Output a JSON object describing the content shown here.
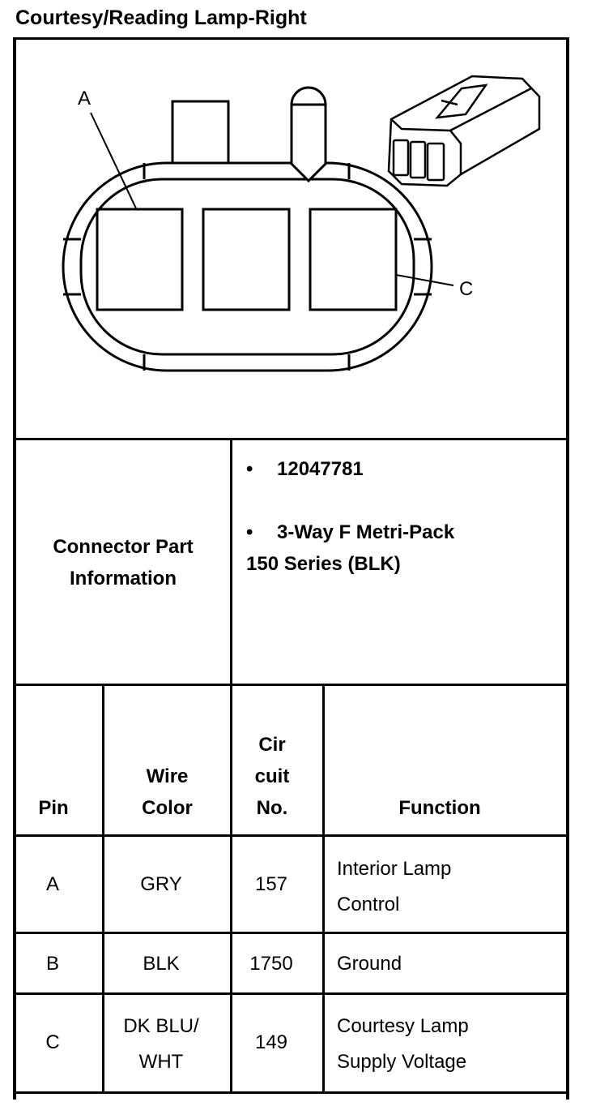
{
  "title": "Courtesy/Reading Lamp-Right",
  "diagram": {
    "label_a": "A",
    "label_c": "C"
  },
  "connector_info": {
    "label_line1": "Connector Part",
    "label_line2": "Information",
    "bullet": "•",
    "part_number": "12047781",
    "description_line1": "3-Way F Metri-Pack",
    "description_line2": "150 Series (BLK)"
  },
  "table": {
    "headers": {
      "pin": "Pin",
      "wire_color_line1": "Wire",
      "wire_color_line2": "Color",
      "circuit_line1": "Cir",
      "circuit_line2": "cuit",
      "circuit_line3": "No.",
      "function": "Function"
    },
    "rows": [
      {
        "pin": "A",
        "wire_color_line1": "GRY",
        "wire_color_line2": "",
        "circuit": "157",
        "function_line1": "Interior Lamp",
        "function_line2": "Control"
      },
      {
        "pin": "B",
        "wire_color_line1": "BLK",
        "wire_color_line2": "",
        "circuit": "1750",
        "function_line1": "Ground",
        "function_line2": ""
      },
      {
        "pin": "C",
        "wire_color_line1": "DK BLU/",
        "wire_color_line2": "WHT",
        "circuit": "149",
        "function_line1": "Courtesy Lamp",
        "function_line2": "Supply Voltage"
      }
    ]
  }
}
